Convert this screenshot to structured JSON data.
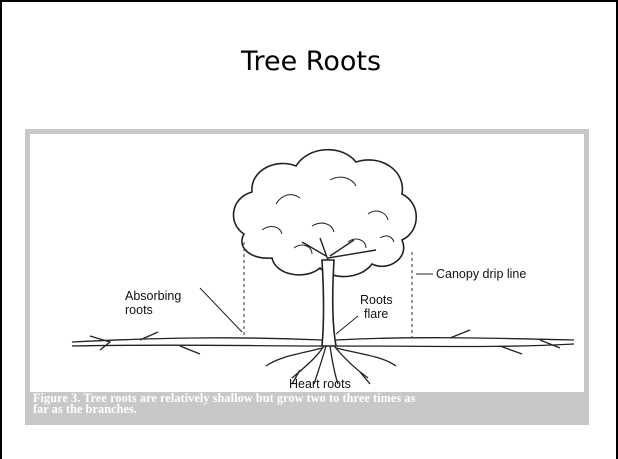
{
  "slide": {
    "title": "Tree Roots"
  },
  "figure": {
    "labels": {
      "canopy": "Canopy drip line",
      "absorbing_line1": "Absorbing",
      "absorbing_line2": "roots",
      "flare_line1": "Roots",
      "flare_line2": "flare",
      "heart": "Heart roots"
    },
    "caption_line1": "Figure 3. Tree roots are relatively shallow but grow two to three times as",
    "caption_line2": "far as the branches."
  }
}
